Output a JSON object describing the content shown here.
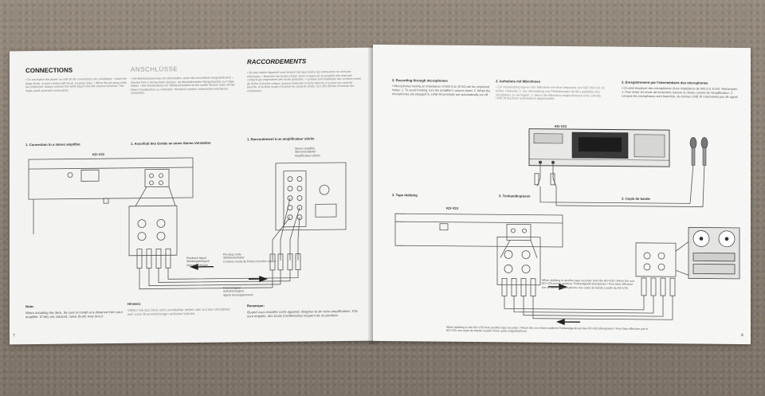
{
  "left_page": {
    "heading_en": "CONNECTIONS",
    "heading_de": "ANSCHLÜSSE",
    "heading_fr": "RACCORDEMENTS",
    "text_en": "• Do not switch the power on until all the connections are completed. • Insert the plugs firmly, or poor contact will result, causing noise. • When the pin-plug cords are employed, always connect the white plug to the left channel terminal. This helps avoid reversed connections.",
    "text_de": "• Die Betriebsspannung erst einschalten, wenn alle Anschlüsse hergestellt sind. • Stecker fest in die Buchsen stecken, da Wackelkontakte Störgeräusche zur Folge haben. • Bei Verwendung von Stifsteckerkabeln ist der weiße Stecker stets mit der linken Kanalbuchse zu verbinden. Hierdurch werden vertauschte Anschlüsse vermieden.",
    "text_fr": "• Ne pas mettre l'appareil sous tension tant que toutes les connexions ne sont pas effectuées. • Brancher les fiches à fond, sinon il risque de se produire des mauvais contacts qui engendrent des bruits parasites. • Lorsque sont employés des cordons munis de fiches à broche unique, toujours brancher la fiche blanche à la prise du canal de gauche, et la fiche rouge à la prise du canal de droite, ceci afin d'éviter d'inverser les connexions.",
    "sec_en": "1. Connection to a stereo amplifier.",
    "sec_de": "1. Anschluß des Geräts an einen Stereo-Verstärker",
    "sec_fr": "1. Raccordement à un amplificateur stéréo",
    "model": "KD-V33",
    "playback_signal": "Playback signal",
    "playback_signal_de": "Wiedergabesignal",
    "playback_signal_fr": "Signal de lecture",
    "pin_plug_cords": "Pin-plug cords",
    "pin_plug_cords_de": "Stiftsteckerkabel",
    "pin_plug_cords_fr": "Cordons munis de fiches à broche unique",
    "record_signal": "Record signal",
    "record_signal_de": "Aufnahmesignal",
    "record_signal_fr": "Signal d'enregistrement",
    "amp_label_en": "Stereo amplifier",
    "amp_label_de": "Stereoverstärker",
    "amp_label_fr": "Amplificateur stéréo",
    "note_title_en": "Note:",
    "note_text_en": "When installing the deck, be sure to install at a distance from your amplifier. If they are stacked, noise (hum) may occur.",
    "note_title_de": "Hinweis:",
    "note_text_de": "Stellen Sie das Deck nicht unmittelbar neben oder auf den Verstärker, weil sonst Brummstörungen auftreten können.",
    "note_title_fr": "Remarque:",
    "note_text_fr": "Quand vous installez votre appareil, éloignez-le de votre amplificateur. S'ils sont empilés, des bruits (ronflements) risquent de se produire.",
    "page_number": "7"
  },
  "right_page": {
    "sec2_en": "2. Recording through microphones",
    "sec2_de": "2. Aufnahme mit Mikrofonen",
    "sec2_fr": "2. Enregistrement par l'intermédiaire des microphones",
    "text2_en": "• Microphones having an impedance of 600 Ω to 10 kΩ can be employed. Notes: 1. To avoid howling, turn the amplifier's volume down. 2. When the microphones are plugged in, LINE IN terminals are automatically cut off.",
    "text2_de": "• Zur Verwendung eignen sich Mikrofone mit einer Impedanz von 600 Ohm bis 10 kOhm. Hinweise: 1. Zur Vermeidung von Pfeifstörungen ist die Lautstärke des Verstärkers zu verringern. 2. Wenn die Mikrofone angeschlossen sind, sind die LINE IN-Buchsen automatisch abgeschaltet.",
    "text2_fr": "• On peut employer des microphones d'une impédance de 600 Ω à 10 kΩ. Remarques: 1. Pour éviter les bruits de hurlement, baisser le niveau sonore de l'amplificateur. 2. Lorsque les microphones sont branchés, les bornes LINE IN n'entrainent pas de signal.",
    "sec3_en": "3. Tape dubbing",
    "sec3_de": "3. Tonbandkopieren",
    "sec3_fr": "3. Copie de bande",
    "model": "KD-V33",
    "dub_note": "When dubbing to another tape recorder from the KD-V33 / Wenn Sie von KD-V33 auf ein anderes Tonbandgerät überspielen / Pour faire effectuer par un autre magnétophone une copie de bande à partir du KD-V33",
    "dub_note_bottom": "When dubbing to the KD-V33 from another tape recorder / Wenn Sie von einem anderen Tonbandgerät auf das KD-V33 überspielen / Pour faire effectuer par le KD-V33 une copie de bande à partir d'une autre magnétophone",
    "page_number": "8"
  },
  "colors": {
    "page": "#f3f3f1",
    "line": "#555555",
    "ink": "#333333"
  }
}
